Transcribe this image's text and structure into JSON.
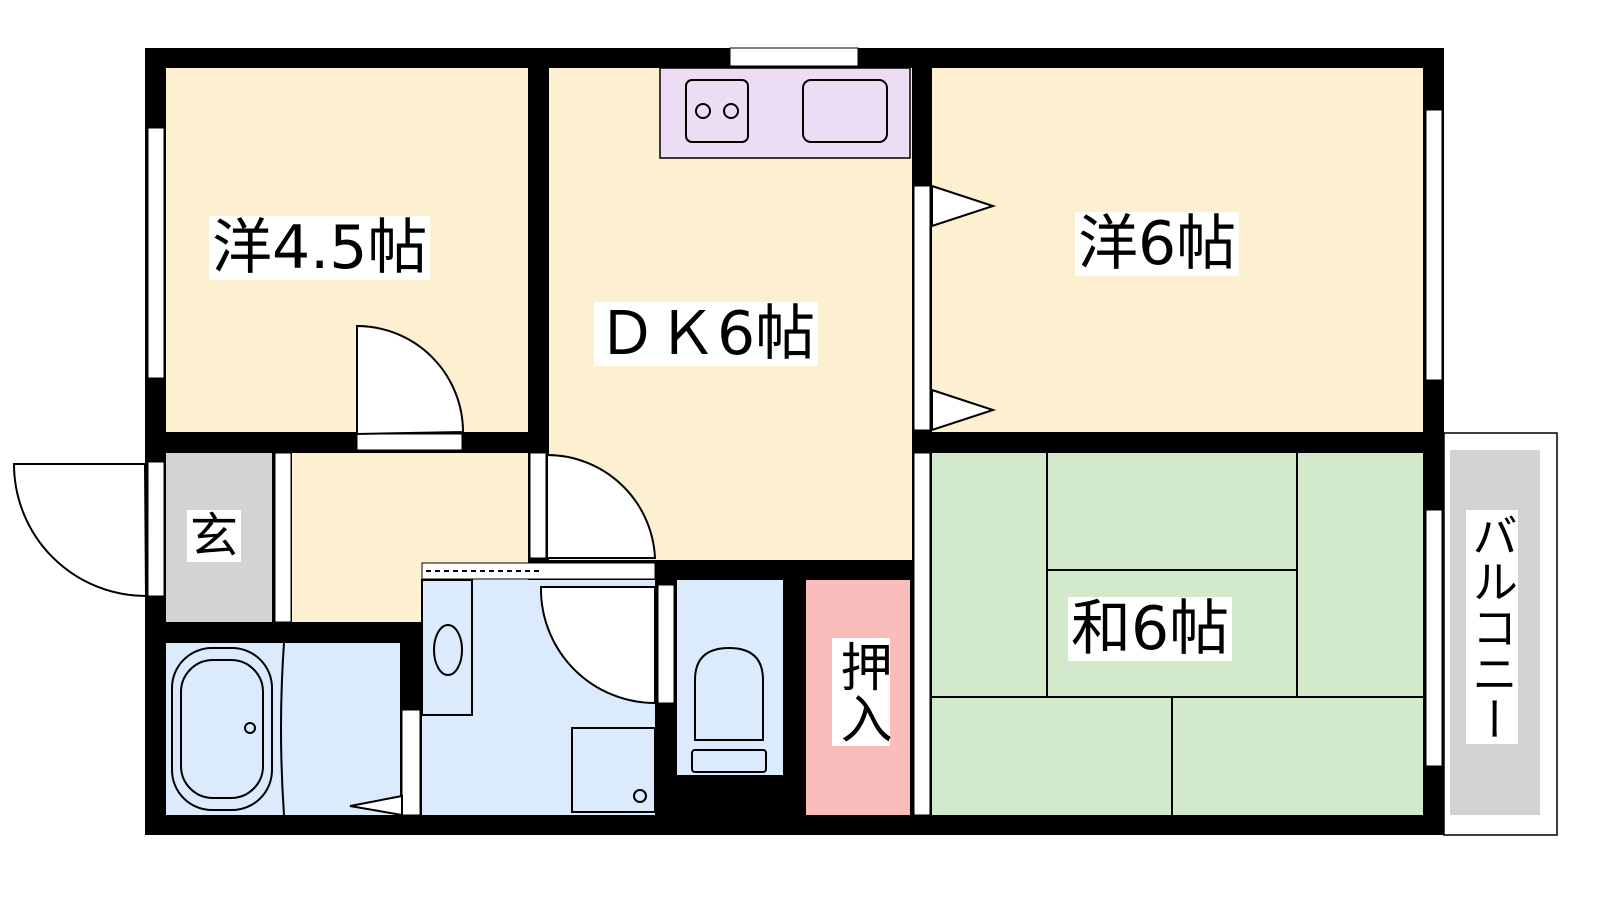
{
  "rooms": {
    "western_small": "洋4.5帖",
    "dining_kitchen": "ＤＫ6帖",
    "western_large": "洋6帖",
    "japanese": "和6帖",
    "entrance": "玄",
    "closet": "押入",
    "balcony": "バルコニー"
  },
  "colors": {
    "floor": "#fdf0d0",
    "kitchen": "#ecdcf4",
    "wet": "#dbeafc",
    "entrance": "#d3d3d3",
    "closet": "#fbbcbc",
    "tatami": "#d3e9cc",
    "wall": "#000000"
  }
}
